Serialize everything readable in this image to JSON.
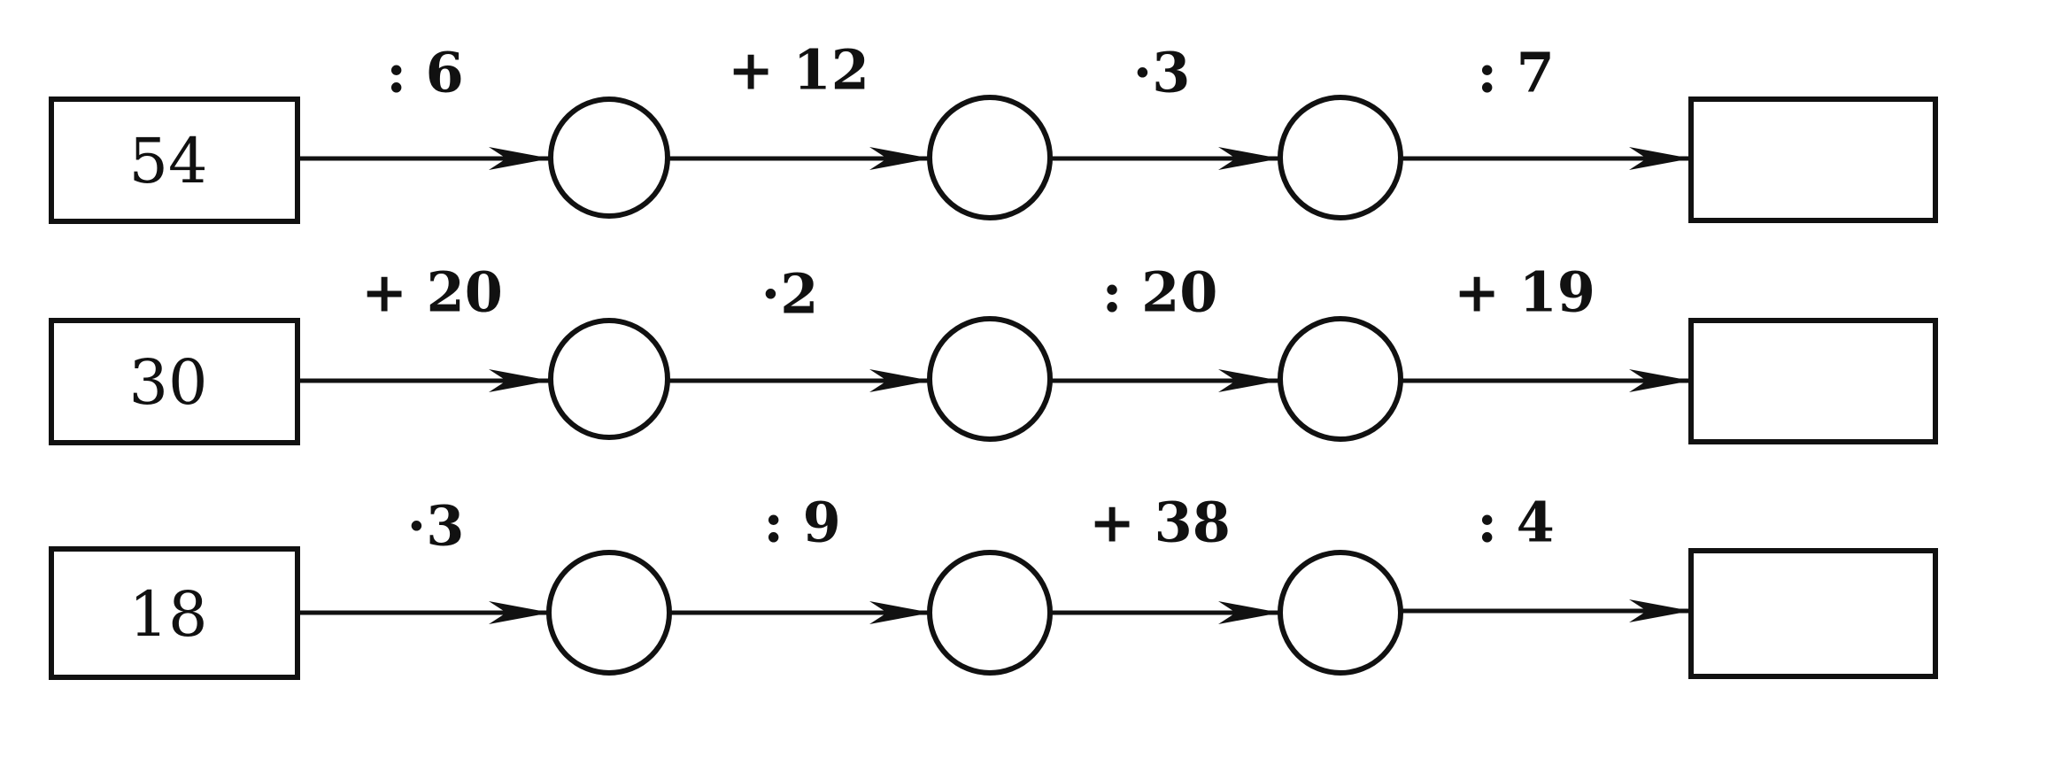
{
  "chains": [
    {
      "start": "54",
      "operations": [
        ": 6",
        "+ 12",
        "·3",
        ": 7"
      ],
      "result": ""
    },
    {
      "start": "30",
      "operations": [
        "+ 20",
        "·2",
        ": 20",
        "+ 19"
      ],
      "result": ""
    },
    {
      "start": "18",
      "operations": [
        "·3",
        ": 9",
        "+ 38",
        ": 4"
      ],
      "result": ""
    }
  ]
}
